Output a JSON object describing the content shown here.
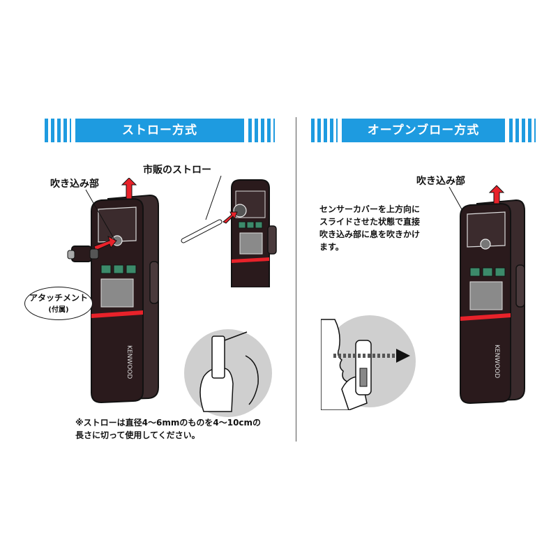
{
  "left_section": {
    "header": "ストロー方式",
    "label_blow_part": "吹き込み部",
    "label_straw": "市販のストロー",
    "attachment_line1": "アタッチメント",
    "attachment_line2": "(付属)",
    "note_line1": "※ストローは直径4〜6mmのものを4〜10cmの",
    "note_line2": "長さに切って使用してください。"
  },
  "right_section": {
    "header": "オープンブロー方式",
    "label_blow_part": "吹き込み部",
    "desc_line1": "センサーカバーを上方向に",
    "desc_line2": "スライドさせた状態で直接",
    "desc_line3": "吹き込み部に息を吹きかけ",
    "desc_line4": "ます。"
  },
  "device": {
    "brand": "KENWOOD"
  },
  "colors": {
    "accent_blue": "#1e9be0",
    "arrow_red": "#e8222a",
    "device_body": "#2a1a1c",
    "display_grey": "#8a8a8a",
    "button_green": "#3c8a6a"
  }
}
